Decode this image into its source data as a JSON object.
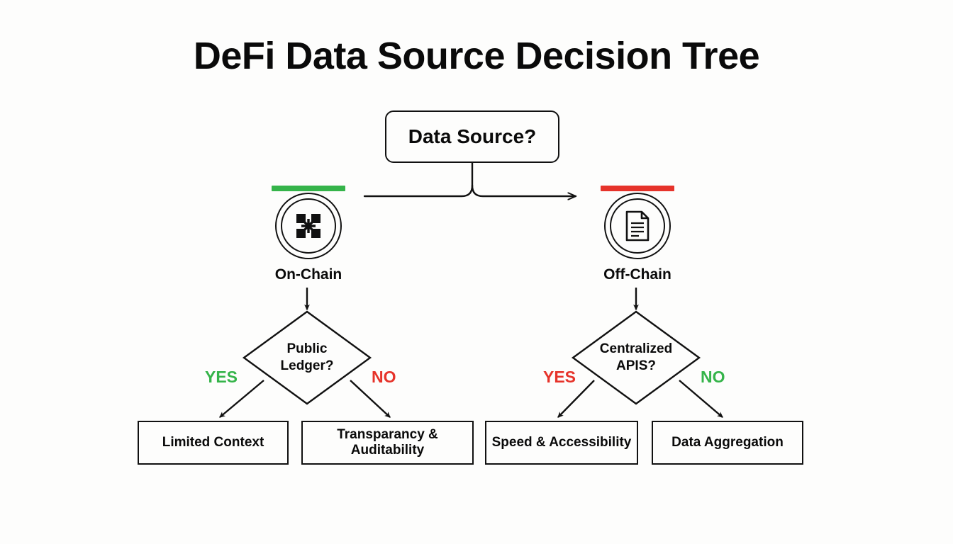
{
  "title": "DeFi Data Source Decision Tree",
  "colors": {
    "green": "#35b44a",
    "red": "#e6332a",
    "stroke": "#111111",
    "background": "#fdfdfc"
  },
  "root": {
    "label": "Data Source?"
  },
  "branches": [
    {
      "id": "on-chain",
      "label": "On-Chain",
      "bar_color": "#35b44a",
      "icon": "blockchain-network-icon"
    },
    {
      "id": "off-chain",
      "label": "Off-Chain",
      "bar_color": "#e6332a",
      "icon": "document-icon"
    }
  ],
  "decisions": [
    {
      "id": "public-ledger",
      "label_line1": "Public",
      "label_line2": "Ledger?",
      "yes_label": "YES",
      "yes_color": "#35b44a",
      "no_label": "NO",
      "no_color": "#e6332a"
    },
    {
      "id": "centralized-apis",
      "label_line1": "Centralized",
      "label_line2": "APIS?",
      "yes_label": "YES",
      "yes_color": "#e6332a",
      "no_label": "NO",
      "no_color": "#35b44a"
    }
  ],
  "leaves": [
    {
      "id": "limited-context",
      "label": "Limited Context"
    },
    {
      "id": "transparency-auditability",
      "label": "Transparancy & Auditability"
    },
    {
      "id": "speed-accessibility",
      "label": "Speed & Accessibility"
    },
    {
      "id": "data-aggregation",
      "label": "Data Aggregation"
    }
  ]
}
